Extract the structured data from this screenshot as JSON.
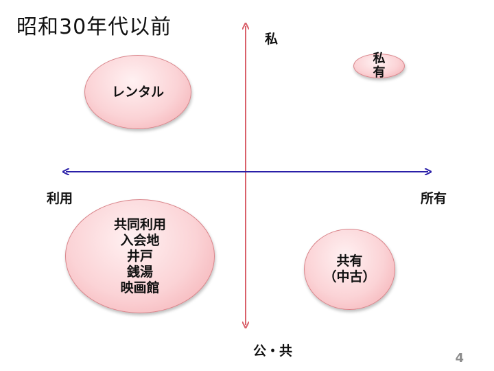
{
  "title": "昭和30年代以前",
  "axes": {
    "top_label": "私",
    "bottom_label": "公・共",
    "left_label": "利用",
    "right_label": "所有",
    "vertical_color": "#d9606a",
    "horizontal_color": "#2a1fa8"
  },
  "bubbles": {
    "rental": {
      "lines": [
        "レンタル"
      ]
    },
    "shared_use": {
      "lines": [
        "共同利用",
        "入会地",
        "井戸",
        "銭湯",
        "映画館"
      ]
    },
    "joint_own": {
      "lines": [
        "共有",
        "（中古）"
      ]
    },
    "private_own": {
      "lines": [
        "私",
        "有"
      ]
    }
  },
  "bubble_fill": "#fbd3d6",
  "page_number": "4"
}
